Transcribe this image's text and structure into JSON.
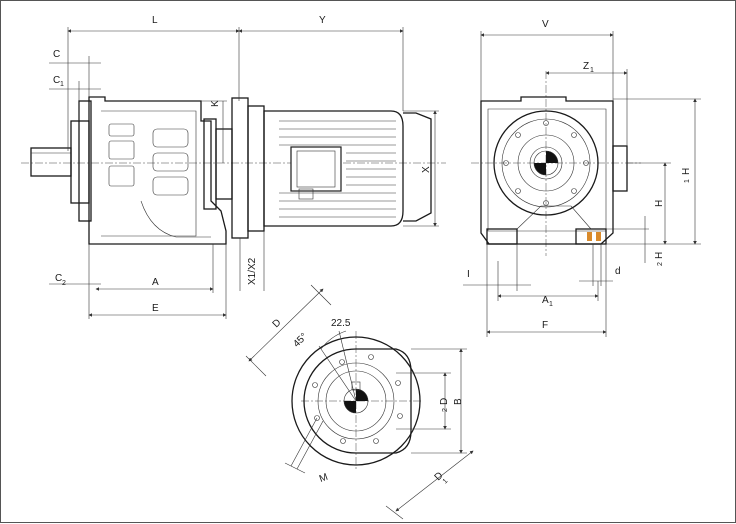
{
  "labels": {
    "L": "L",
    "Y": "Y",
    "V": "V",
    "C": "C",
    "C1": "C",
    "C1_sub": "1",
    "C2": "C",
    "C2_sub": "2",
    "K": "K",
    "X": "X",
    "X1X2": "X1/X2",
    "A": "A",
    "E": "E",
    "Z1": "Z",
    "Z1_sub": "1",
    "H": "H",
    "H1": "H",
    "H1_sub": "1",
    "H2": "H",
    "H2_sub": "2",
    "I": "I",
    "d": "d",
    "A1": "A",
    "A1_sub": "1",
    "F": "F",
    "D": "D",
    "angle": "45°",
    "angle2": "22.5",
    "D2": "D",
    "D2_sub": "2",
    "B": "B",
    "D1": "D",
    "D1_sub": "1",
    "M": "M"
  },
  "colors": {
    "line": "#1a1a1a",
    "fill_dark": "#111111",
    "accent_orange": "#d98a2b"
  }
}
